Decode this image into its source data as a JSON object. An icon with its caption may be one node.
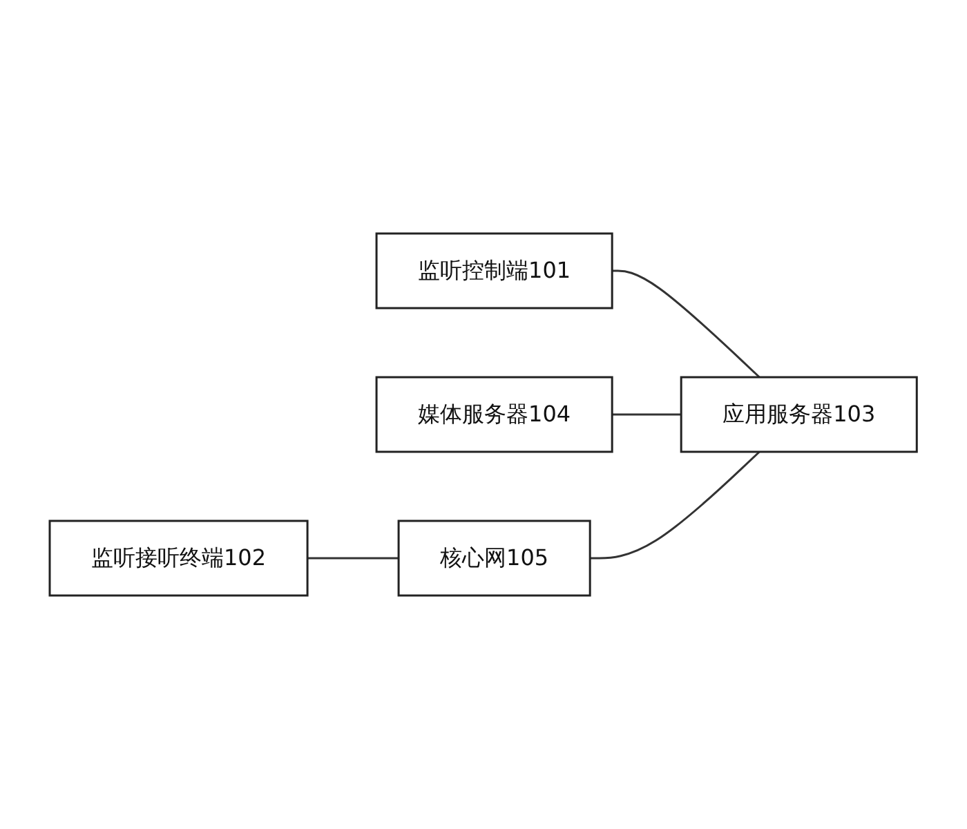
{
  "diagram": {
    "nodes": [
      {
        "text": [
          "监听控制端101"
        ]
      },
      {
        "text": [
          "媒体服务器104"
        ]
      },
      {
        "text": [
          "应用服务器103"
        ]
      },
      {
        "text": [
          "监听接听终端102"
        ]
      },
      {
        "text": [
          "核心网105"
        ]
      }
    ],
    "edges": [
      {
        "from": 0,
        "to": 2,
        "arrow": "none"
      },
      {
        "from": 1,
        "to": 2,
        "arrow": "none"
      },
      {
        "from": 4,
        "to": 2,
        "arrow": "none"
      },
      {
        "from": 3,
        "to": 4,
        "arrow": "none"
      }
    ]
  }
}
